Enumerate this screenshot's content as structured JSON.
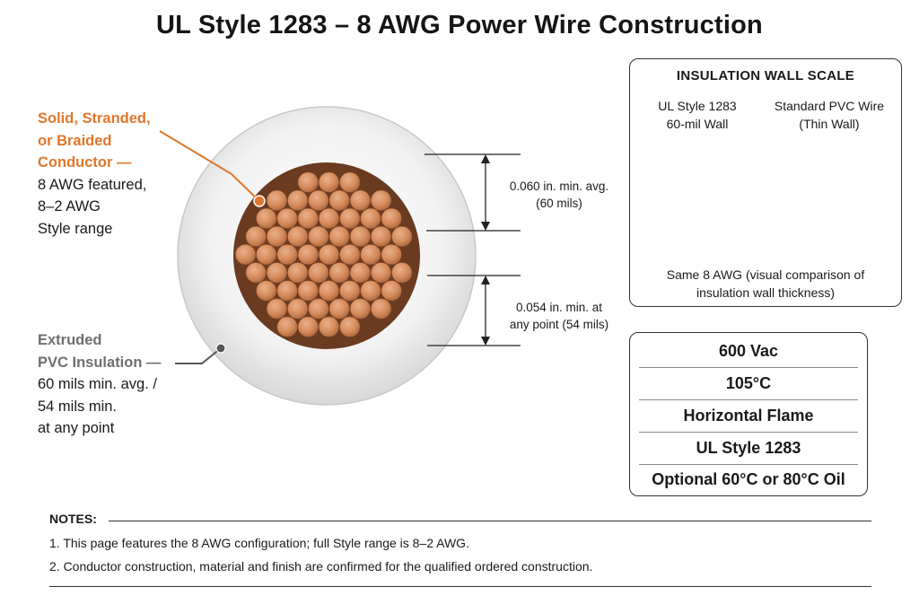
{
  "title": "UL Style 1283 – 8 AWG Power Wire Construction",
  "callouts": {
    "conductor": {
      "heading": [
        "Solid, Stranded,",
        "or Braided",
        "Conductor —"
      ],
      "body": [
        "8 AWG featured,",
        "8–2 AWG",
        "Style range"
      ]
    },
    "insulation": {
      "heading": [
        "Extruded",
        "PVC Insulation —"
      ],
      "body": [
        "60 mils min. avg. /",
        "54 mils min.",
        "at any point"
      ]
    }
  },
  "dimensions": {
    "avg": [
      "0.060 in. min. avg.",
      "(60 mils)"
    ],
    "min": [
      "0.054 in. min. at",
      "any point (54 mils)"
    ]
  },
  "scale_panel": {
    "title": "INSULATION WALL SCALE",
    "left_label": [
      "UL Style 1283",
      "60-mil Wall"
    ],
    "right_label": [
      "Standard PVC Wire",
      "(Thin Wall)"
    ],
    "caption": [
      "Same 8 AWG (visual comparison of",
      "insulation wall thickness)"
    ]
  },
  "specs": [
    "600 Vac",
    "105°C",
    "Horizontal Flame",
    "UL Style 1283",
    "Optional 60°C or 80°C Oil"
  ],
  "notes": {
    "heading": "NOTES:",
    "items": [
      "1.  This page features the 8 AWG configuration; full Style range is 8–2 AWG.",
      "2.  Conductor construction, material and finish are confirmed for the qualified ordered construction."
    ]
  },
  "colors": {
    "copper": "#d48a5a",
    "copper_dark": "#9a5530",
    "insulation": "#f0f0f0",
    "accent_orange": "#e0772a",
    "accent_gray": "#6f6f6f"
  }
}
